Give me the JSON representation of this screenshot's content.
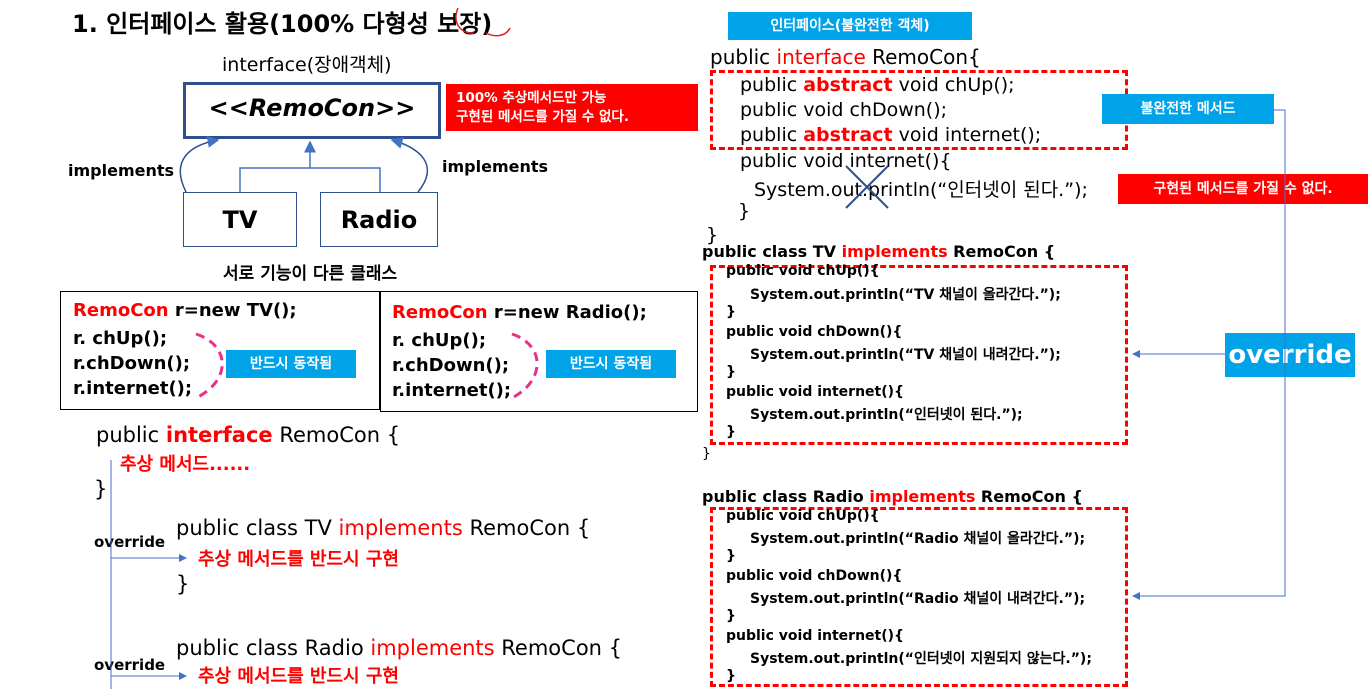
{
  "title": "1. 인터페이스 활용(100% 다형성 보장)",
  "left": {
    "interface_caption": "interface(장애객체)",
    "remocon_box": "<<RemoCon>>",
    "note_lines": [
      "100% 추상메서드만 가능",
      "구현된 메서드를 가질 수 없다."
    ],
    "implements_left": "implements",
    "implements_right": "implements",
    "tv_box": "TV",
    "radio_box": "Radio",
    "different_classes": "서로 기능이 다른 클래스",
    "code_tv": {
      "line1_red": "RemoCon",
      "line1_rest": " r=new TV();",
      "line2": "r. chUp();",
      "line3": "r.chDown();",
      "line4": "r.internet();",
      "badge": "반드시 동작됨"
    },
    "code_radio": {
      "line1_red": "RemoCon",
      "line1_rest": " r=new Radio();",
      "line2": "r. chUp();",
      "line3": "r.chDown();",
      "line4": "r.internet();",
      "badge": "반드시 동작됨"
    },
    "iface_decl": {
      "pre": "public ",
      "kw": "interface",
      "post": " RemoCon {"
    },
    "abstract_methods": "추상 메서드......",
    "close_brace": "}",
    "override_1": "override",
    "tv_decl": {
      "pre": "public class TV ",
      "kw": "implements",
      "post": " RemoCon {"
    },
    "tv_body": "추상 메서드를 반드시 구현",
    "override_2": "override",
    "radio_decl": {
      "pre": "public class Radio ",
      "kw": "implements",
      "post": " RemoCon {"
    },
    "radio_body": "추상 메서드를 반드시 구현"
  },
  "right": {
    "badge_incomplete_object": "인터페이스(불완전한 객체)",
    "iface_line": {
      "pre": "public ",
      "kw": "interface",
      "post": " RemoCon{"
    },
    "m1": {
      "pre": "public ",
      "kw": "abstract",
      "post": " void chUp();"
    },
    "m2": "public void chDown();",
    "m3": {
      "pre": "public ",
      "kw": "abstract",
      "post": " void internet();"
    },
    "badge_incomplete_method": "불완전한 메서드",
    "impl_line1": "public void internet(){",
    "impl_line2": "System.out.println(“인터넷이 된다.”);",
    "impl_line3": "}",
    "outer_close": "}",
    "cannot_badge": "구현된 메서드를 가질 수 없다.",
    "tv_class": {
      "pre": "public class TV ",
      "kw": "implements",
      "post": " RemoCon {"
    },
    "tv_lines": [
      "public void chUp(){",
      "System.out.println(“TV 채널이 올라간다.”);",
      "}",
      "public void chDown(){",
      "System.out.println(“TV 채널이 내려간다.”);",
      "}",
      "public void internet(){",
      "System.out.println(“인터넷이 된다.”);",
      "}"
    ],
    "tv_close": "}",
    "radio_class": {
      "pre": "public class Radio ",
      "kw": "implements",
      "post": " RemoCon {"
    },
    "radio_lines": [
      "public void chUp(){",
      "System.out.println(“Radio 채널이 올라간다.”);",
      "}",
      "public void chDown(){",
      "System.out.println(“Radio 채널이 내려간다.”);",
      "}",
      "public void internet(){",
      "System.out.println(“인터넷이 지원되지 않는다.”);",
      "}"
    ],
    "override_badge": "override"
  },
  "colors": {
    "accent_red": "#ff0000",
    "accent_blue": "#00a2e8",
    "navy": "#2f4f8f",
    "arrow": "#4472c4"
  }
}
